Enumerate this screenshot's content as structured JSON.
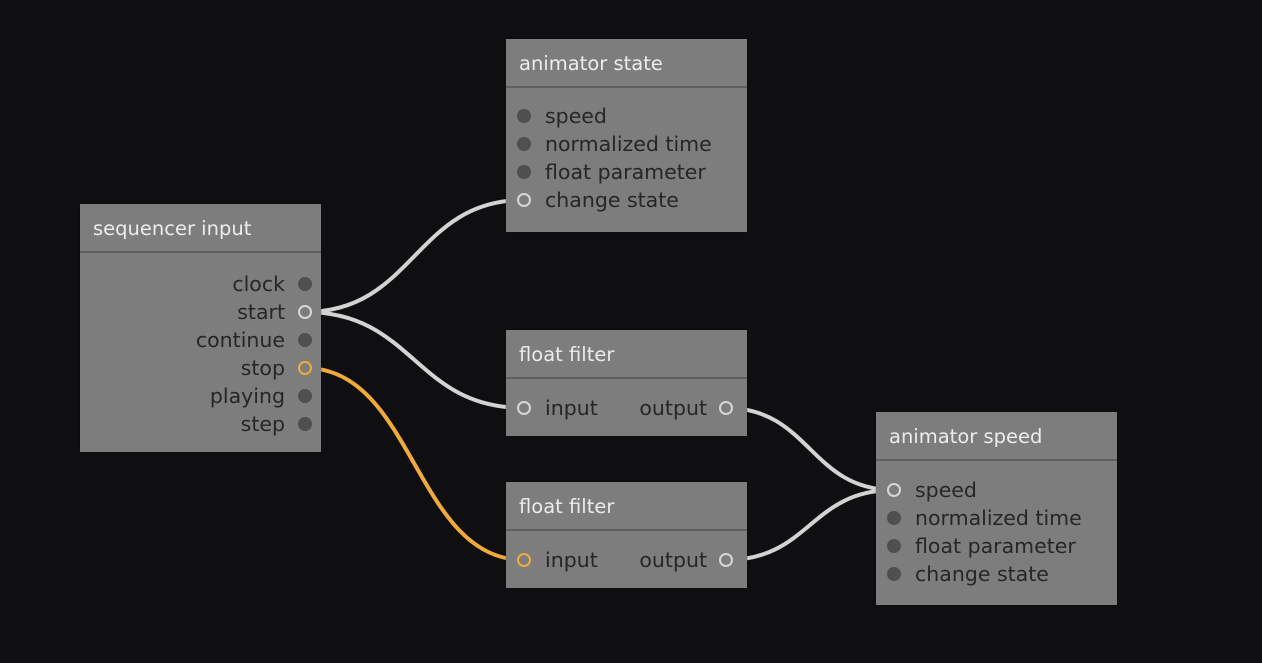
{
  "colors": {
    "background": "#0f0f11",
    "node": "#7d7d7d",
    "wire_default": "#d3d3d3",
    "wire_active": "#f2a93b"
  },
  "nodes": {
    "sequencer_input": {
      "title": "sequencer input",
      "outputs": [
        "clock",
        "start",
        "continue",
        "stop",
        "playing",
        "step"
      ]
    },
    "animator_state": {
      "title": "animator state",
      "inputs": [
        "speed",
        "normalized time",
        "float parameter",
        "change state"
      ]
    },
    "float_filter_1": {
      "title": "float filter",
      "input": "input",
      "output": "output"
    },
    "float_filter_2": {
      "title": "float filter",
      "input": "input",
      "output": "output"
    },
    "animator_speed": {
      "title": "animator speed",
      "inputs": [
        "speed",
        "normalized time",
        "float parameter",
        "change state"
      ]
    }
  },
  "connections": [
    {
      "from": "sequencer input.start",
      "to": "animator state.change state",
      "color": "wire_default"
    },
    {
      "from": "sequencer input.start",
      "to": "float filter.input",
      "color": "wire_default"
    },
    {
      "from": "sequencer input.stop",
      "to": "float filter (2).input",
      "color": "wire_active"
    },
    {
      "from": "float filter.output",
      "to": "animator speed.speed",
      "color": "wire_default"
    },
    {
      "from": "float filter (2).output",
      "to": "animator speed.speed",
      "color": "wire_default"
    }
  ]
}
